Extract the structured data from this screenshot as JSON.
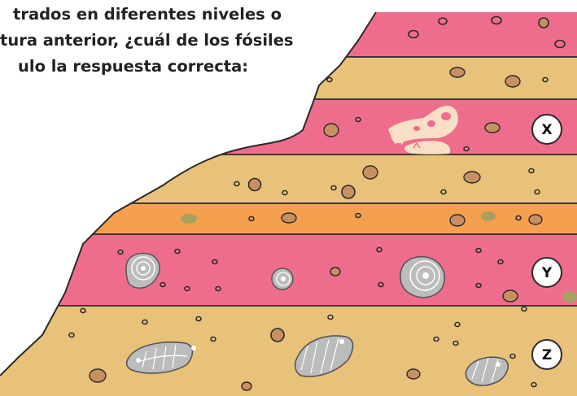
{
  "question": {
    "lines": [
      "trados en diferentes niveles o",
      "tura anterior, ¿cuál de los fósiles",
      "ulo la respuesta correcta:"
    ]
  },
  "layer_labels": [
    "X",
    "Y",
    "Z"
  ],
  "colors": {
    "pink": "#ee6d8d",
    "tan": "#e8c27a",
    "orange": "#f5a04e",
    "outline": "#2a2a2a",
    "pebble": "#c89062",
    "fossil": "#f8dfc5",
    "shell": "#bcbcbc"
  }
}
